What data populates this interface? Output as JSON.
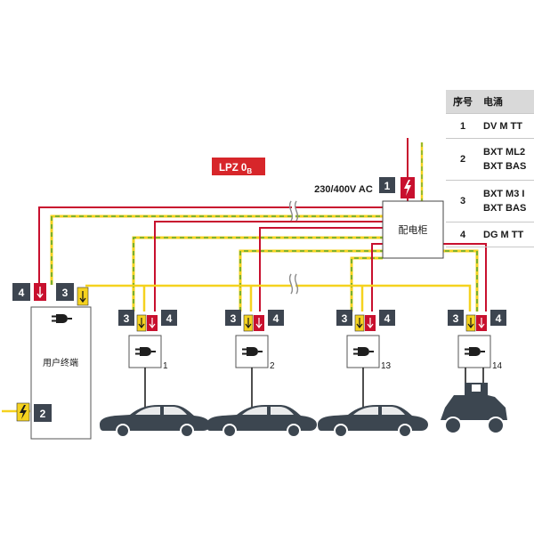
{
  "zone_label": "LPZ 0",
  "zone_subscript": "B",
  "supply_label": "230/400V AC",
  "cabinet_label": "配电柜",
  "terminal_label": "用户终端",
  "chargers": [
    {
      "number": "1",
      "vehicle": "car"
    },
    {
      "number": "2",
      "vehicle": "car"
    },
    {
      "number": "13",
      "vehicle": "car"
    },
    {
      "number": "14",
      "vehicle": "scooter"
    }
  ],
  "badges": {
    "cabinet_spd": "1",
    "terminal_left": "4",
    "terminal_right": "3",
    "terminal_bottom": "2",
    "charger_left": "3",
    "charger_right": "4"
  },
  "table": {
    "headers": [
      "序号",
      "电涌"
    ],
    "rows": [
      {
        "num": "1",
        "lines": [
          "DV M TT"
        ]
      },
      {
        "num": "2",
        "lines": [
          "BXT ML2",
          "BXT BAS"
        ]
      },
      {
        "num": "3",
        "lines": [
          "BXT M3 I",
          "BXT BAS"
        ]
      },
      {
        "num": "4",
        "lines": [
          "DG M TT"
        ]
      }
    ]
  },
  "colors": {
    "red": "#c8102e",
    "yellow": "#f5d21f",
    "badge_dark": "#3d4550",
    "vehicle": "#3c4650",
    "zone_bg": "#d7262a"
  },
  "icons": [
    "plug-icon",
    "lightning-icon",
    "down-arrow-icon",
    "break-mark-icon"
  ]
}
